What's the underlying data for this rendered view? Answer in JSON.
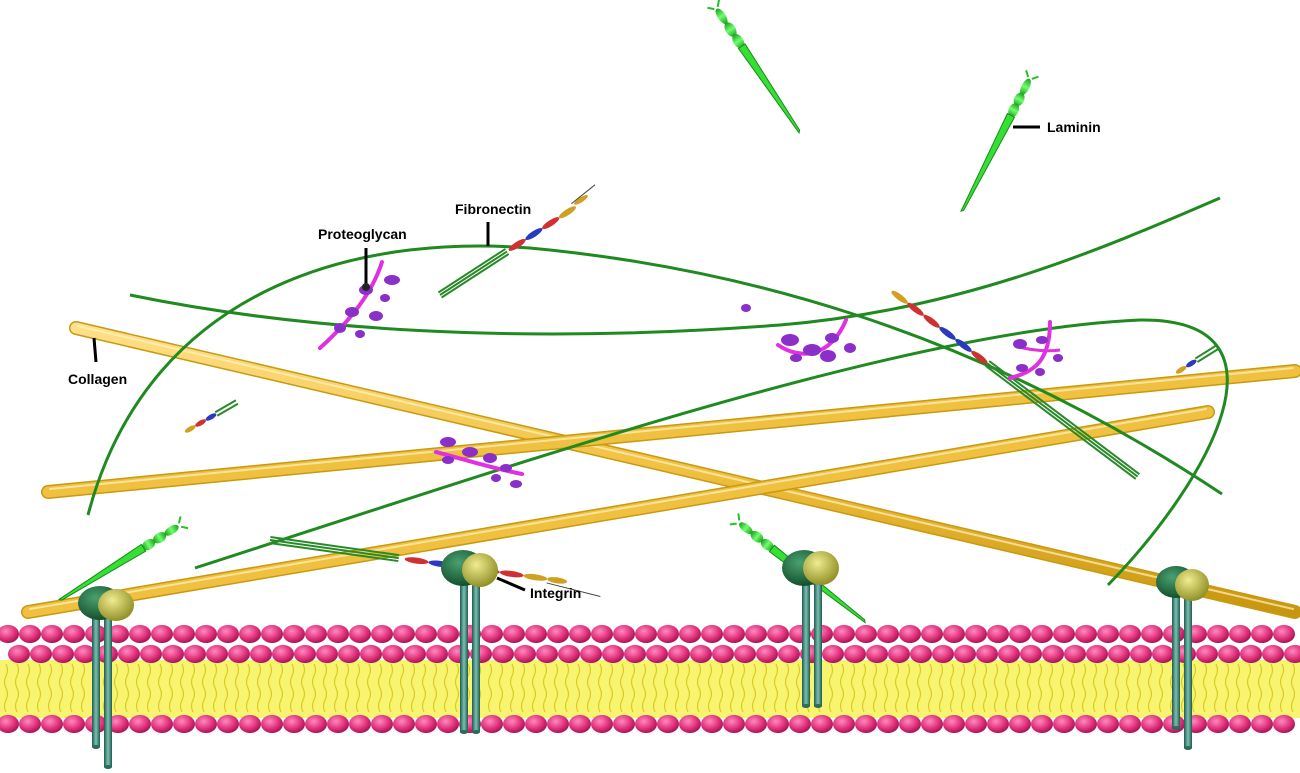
{
  "labels": {
    "laminin": "Laminin",
    "fibronectin": "Fibronectin",
    "proteoglycan": "Proteoglycan",
    "collagen": "Collagen",
    "integrin": "Integrin"
  },
  "colors": {
    "collagen": "#f0c040",
    "collagen_edge": "#c89a10",
    "fiber_green": "#1f8a1f",
    "laminin": "#35e035",
    "proteoglycan_core": "#e030e0",
    "proteoglycan_blobs": "#8a2fc8",
    "membrane_head": "#e0307a",
    "membrane_tail": "#f5f03a",
    "integrin_dark": "#1f6a3a",
    "integrin_light": "#c8c050",
    "integrin_stem": "#3a8a78"
  },
  "icons": {
    "laminin": "laminin-molecule-icon",
    "fibronectin": "fibronectin-dimer-icon",
    "proteoglycan": "proteoglycan-icon",
    "integrin": "integrin-receptor-icon"
  }
}
